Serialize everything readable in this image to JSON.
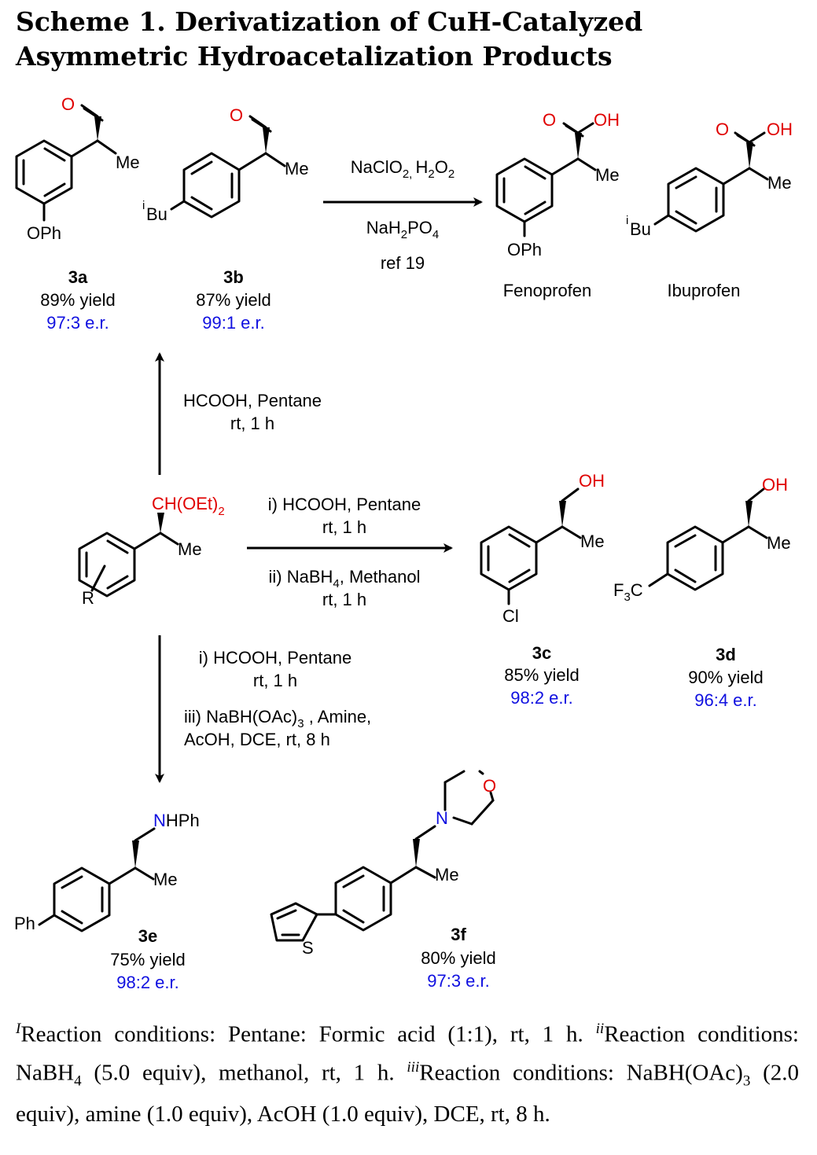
{
  "title": "Scheme 1. Derivatization of CuH-Catalyzed Asymmetric Hydroacetalization Products",
  "arrows": {
    "top": {
      "line1_pre": "NaClO",
      "line1_sub1": "2, ",
      "line1_mid": "H",
      "line1_sub2": "2",
      "line1_o": "O",
      "line1_sub3": "2",
      "line2_pre": "NaH",
      "line2_sub1": "2",
      "line2_post": "PO",
      "line2_sub2": "4",
      "line3": "ref 19"
    },
    "up": {
      "line1": "HCOOH, Pentane",
      "line2": "rt, 1 h"
    },
    "right": {
      "line1": "i) HCOOH, Pentane",
      "line2": "rt, 1 h",
      "line3_pre": "ii) NaBH",
      "line3_sub": "4",
      "line3_post": ", Methanol",
      "line4": "rt, 1 h"
    },
    "down": {
      "line1": "i) HCOOH, Pentane",
      "line2": "rt, 1 h",
      "line3_pre": "iii) NaBH(OAc)",
      "line3_sub": "3",
      "line3_post": " , Amine,",
      "line4": "AcOH, DCE, rt, 8 h"
    }
  },
  "atoms": {
    "O": "O",
    "OH": "OH",
    "Me": "Me",
    "OPh": "OPh",
    "iBu_sup": "i",
    "iBu": "Bu",
    "CH_OEt": "CH(OEt)",
    "CH_OEt_sub": "2",
    "R": "R",
    "Cl": "Cl",
    "F3C_F": "F",
    "F3C_sub": "3",
    "F3C_C": "C",
    "NHPh_N": "N",
    "NHPh_rest": "HPh",
    "N": "N",
    "Ph": "Ph",
    "S": "S"
  },
  "compounds": {
    "c3a": {
      "label": "3a",
      "yield": "89% yield",
      "er": "97:3 e.r."
    },
    "c3b": {
      "label": "3b",
      "yield": "87% yield",
      "er": "99:1 e.r."
    },
    "c3c": {
      "label": "3c",
      "yield": "85% yield",
      "er": "98:2 e.r."
    },
    "c3d": {
      "label": "3d",
      "yield": "90% yield",
      "er": "96:4 e.r."
    },
    "c3e": {
      "label": "3e",
      "yield": "75% yield",
      "er": "98:2  e.r."
    },
    "c3f": {
      "label": "3f",
      "yield": "80% yield",
      "er": "97:3 e.r."
    },
    "fenoprofen": "Fenoprofen",
    "ibuprofen": "Ibuprofen"
  },
  "footnote": {
    "m1": "I",
    "t1": "Reaction conditions: Pentane: Formic acid (1:1), rt, 1 h. ",
    "m2": "ii",
    "t2": "Reaction conditions: NaBH",
    "s2": "4",
    "t2b": " (5.0 equiv), methanol, rt, 1 h. ",
    "m3": "iii",
    "t3": "Reaction conditions: NaBH(OAc)",
    "s3": "3",
    "t3b": " (2.0 equiv), amine (1.0 equiv), AcOH (1.0 equiv), DCE, rt, 8 h."
  },
  "colors": {
    "heteroatom": "#e00000",
    "nitrogen": "#1010e0",
    "er": "#1010e0",
    "bonds": "#000000"
  }
}
